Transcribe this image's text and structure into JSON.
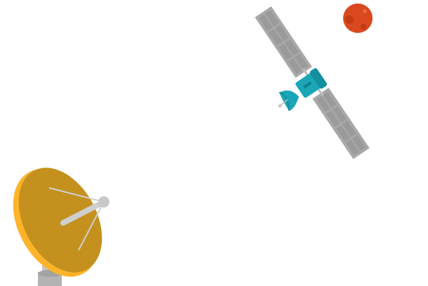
{
  "scene": {
    "background": "#ffffff",
    "colors": {
      "panel": "#a8a8a8",
      "panel_dark": "#8f8f8f",
      "panel_light": "#bdbdbd",
      "satellite_body": "#1aa6b7",
      "satellite_dark": "#138f9e",
      "dish_front": "#c4911f",
      "dish_rim": "#fdb42a",
      "dish_arm": "#cfcfcf",
      "dish_base": "#b3b3b3",
      "planet": "#d9481e",
      "planet_spot": "#c23a14"
    },
    "elements": [
      {
        "name": "solar-panel-upper",
        "kind": "solar panel"
      },
      {
        "name": "satellite-body",
        "kind": "satellite"
      },
      {
        "name": "solar-panel-lower",
        "kind": "solar panel"
      },
      {
        "name": "red-planet",
        "kind": "planet"
      },
      {
        "name": "satellite-dish",
        "kind": "radio antenna"
      }
    ]
  }
}
